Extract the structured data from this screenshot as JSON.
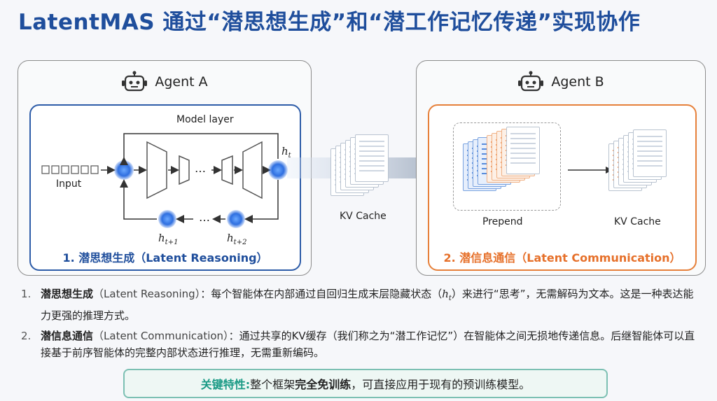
{
  "title": "LatentMAS 通过“潜思想生成”和“潜工作记忆传递”实现协作",
  "agent_a": {
    "label": "Agent A",
    "model_layer_label": "Model layer",
    "input_label": "Input",
    "h_t": "h",
    "h_t_sub": "t",
    "h_t1": "h",
    "h_t1_sub": "t+1",
    "h_t2": "h",
    "h_t2_sub": "t+2",
    "ellipsis": "…",
    "caption": "1. 潜思想生成（Latent Reasoning）"
  },
  "middle": {
    "kv_label": "KV Cache"
  },
  "agent_b": {
    "label": "Agent B",
    "prepend_label": "Prepend",
    "kv_label": "KV Cache",
    "caption": "2. 潜信息通信（Latent Communication）"
  },
  "points": [
    {
      "num": "1.",
      "head": "潜思想生成",
      "sub": "（Latent Reasoning）",
      "body_pre": "：每个智能体在内部通过自回归生成末层隐藏状态（",
      "var": "h",
      "var_sub": "t",
      "body_post": "）来进行“思考”，无需解码为文本。这是一种表达能力更强的推理方式。"
    },
    {
      "num": "2.",
      "head": "潜信息通信",
      "sub": "（Latent Communication）",
      "body": "：通过共享的KV缓存（我们称之为“潜工作记忆”）在智能体之间无损地传递信息。后继智能体可以直接基于前序智能体的完整内部状态进行推理，无需重新编码。"
    }
  ],
  "key_feature": {
    "label": "关键特性:",
    "text_pre": " 整个框架",
    "text_bold": "完全免训练",
    "text_post": "，可直接应用于现有的预训练模型。"
  },
  "colors": {
    "title": "#1f4e9c",
    "reasoning_border": "#2d5ca8",
    "comm_border": "#e6803a",
    "key_accent": "#1a9a85"
  }
}
